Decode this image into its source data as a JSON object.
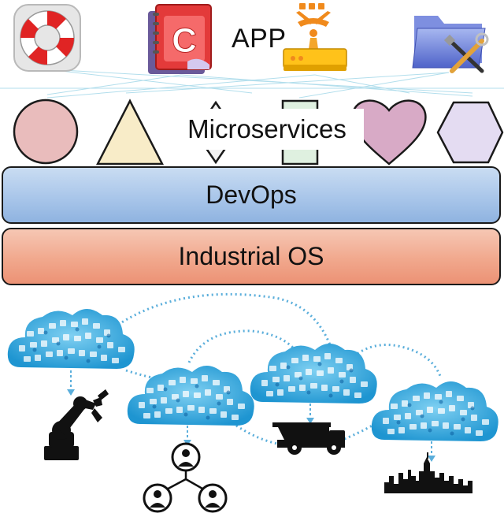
{
  "app_label": "APP",
  "microservices_label": "Microservices",
  "devops_label": "DevOps",
  "industrial_os_label": "Industrial OS",
  "icons": [
    "lifebuoy-icon",
    "calendar-c-icon",
    "router-device-icon",
    "folder-tools-icon"
  ],
  "shapes": [
    "circle",
    "triangle",
    "diamond",
    "rectangle",
    "heart",
    "hexagon"
  ],
  "devices": [
    "robot-arm-icon",
    "people-network-icon",
    "dump-truck-icon",
    "city-skyline-icon"
  ],
  "colors": {
    "devops_band": "#a9c6ea",
    "industrial_os_band": "#f1a88d",
    "cloud": "#3aaee0"
  }
}
